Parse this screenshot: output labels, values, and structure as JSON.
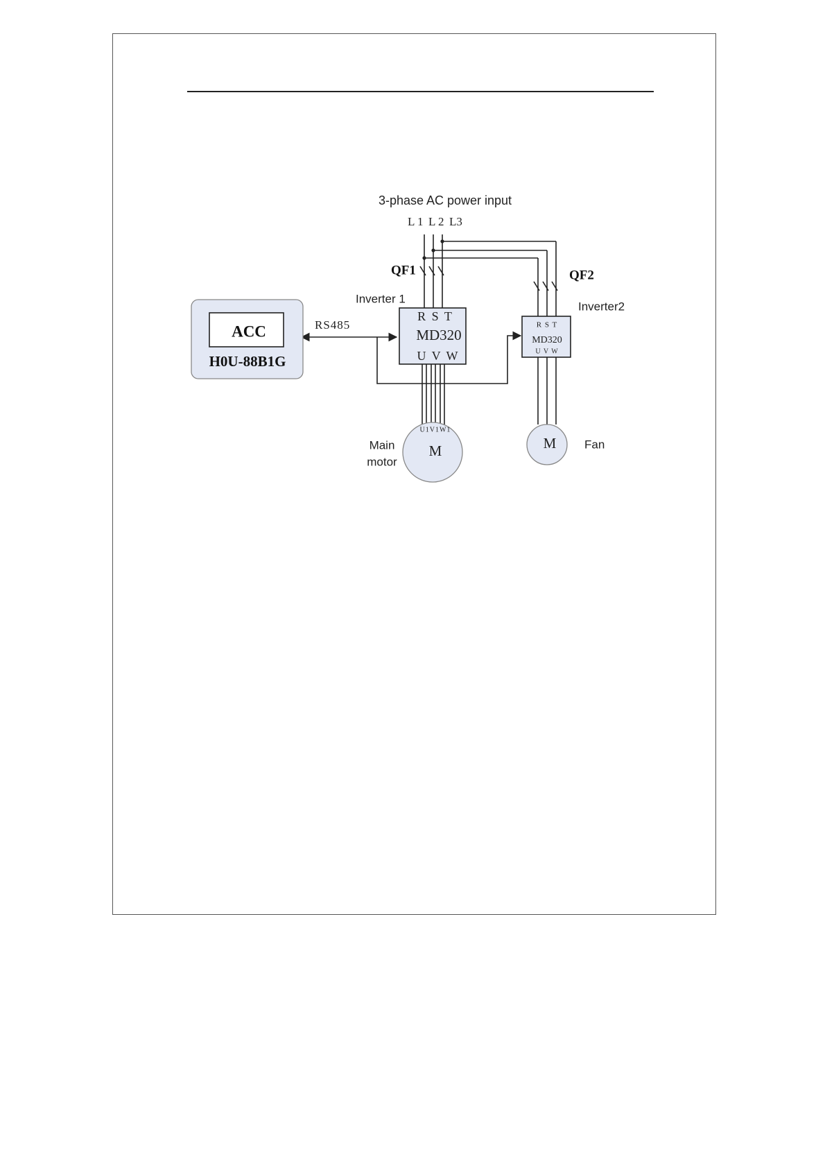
{
  "diagram": {
    "power_input_label": "3-phase AC power input",
    "phase_labels": [
      "L 1",
      "L 2",
      "L3"
    ],
    "breaker_1_label": "QF1",
    "breaker_2_label": "QF2",
    "controller": {
      "inner_label": "ACC",
      "model_label": "H0U-88B1G"
    },
    "link_label": "RS485",
    "inverter_1": {
      "title": "Inverter 1",
      "input_terminals": "R S T",
      "model": "MD320",
      "output_terminals": "U V W"
    },
    "inverter_2": {
      "title": "Inverter2",
      "input_terminals": "R S T",
      "model": "MD320",
      "output_terminals": "U V W"
    },
    "main_motor": {
      "terminals": "U1V1W1",
      "symbol": "M",
      "label_line1": "Main",
      "label_line2": "motor"
    },
    "fan_motor": {
      "symbol": "M",
      "label": "Fan"
    },
    "colors": {
      "fill": "#e3e8f4",
      "line": "#222222"
    }
  }
}
